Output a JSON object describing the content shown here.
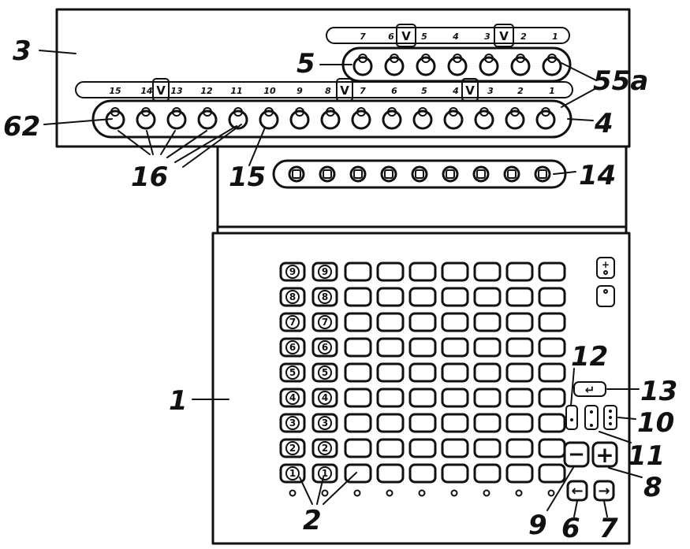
{
  "refs": {
    "r1": "1",
    "r2": "2",
    "r3": "3",
    "r4": "4",
    "r5": "5",
    "r55a": "55a",
    "r6": "6",
    "r7": "7",
    "r8": "8",
    "r9": "9",
    "r10": "10",
    "r11": "11",
    "r12": "12",
    "r13": "13",
    "r14": "14",
    "r15": "15",
    "r16": "16",
    "r62": "62"
  },
  "upper_scale": [
    "7",
    "6",
    "5",
    "4",
    "3",
    "2",
    "1"
  ],
  "lower_scale": [
    "15",
    "14",
    "13",
    "12",
    "11",
    "10",
    "9",
    "8",
    "7",
    "6",
    "5",
    "4",
    "3",
    "2",
    "1"
  ],
  "marker": "V",
  "digits": [
    "9",
    "8",
    "7",
    "6",
    "5",
    "4",
    "3",
    "2",
    "1"
  ],
  "key_glyphs": {
    "minus": "−",
    "plus": "+",
    "left": "←",
    "right": "→",
    "return": "↵"
  }
}
